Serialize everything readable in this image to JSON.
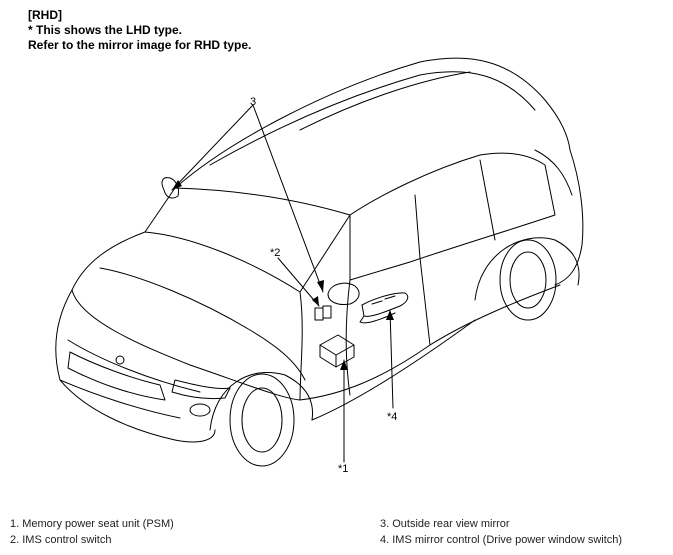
{
  "header": {
    "tag": "[RHD]",
    "note_line1": "* This shows the LHD type.",
    "note_line2": "Refer to the mirror image for RHD type."
  },
  "callouts": {
    "c1": "*1",
    "c2": "*2",
    "c3": "3",
    "c4": "*4"
  },
  "legend": {
    "item1": "1. Memory power seat unit (PSM)",
    "item2": "2. IMS control switch",
    "item3": "3. Outside rear view mirror",
    "item4": "4. IMS mirror control (Drive power window switch)"
  }
}
